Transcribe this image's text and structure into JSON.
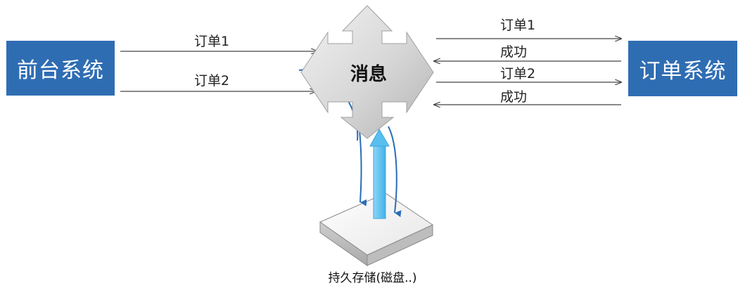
{
  "nodes": {
    "front_system": "前台系统",
    "order_system": "订单系统",
    "message_hub": "消息",
    "storage": "持久存储(磁盘..)"
  },
  "flows": {
    "left_top": "订单1",
    "left_bottom": "订单2",
    "right_1": "订单1",
    "right_2": "成功",
    "right_3": "订单2",
    "right_4": "成功"
  },
  "colors": {
    "box_fill": "#2f6db3",
    "box_text": "#ffffff",
    "hub_fill": "#d9d9d9",
    "storage_arrow": "#5bc0ef",
    "curve_arrow": "#2a6db5",
    "flow_line": "#444444"
  }
}
